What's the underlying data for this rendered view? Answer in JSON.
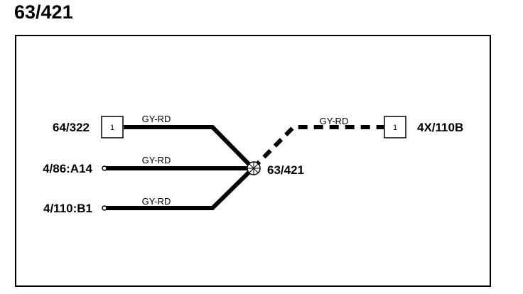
{
  "title": "63/421",
  "splice": {
    "label": "63/421"
  },
  "connectors": {
    "left_top": {
      "label": "64/322",
      "pin": "1"
    },
    "left_mid": {
      "label": "4/86:A14"
    },
    "left_bot": {
      "label": "4/110:B1"
    },
    "right": {
      "label": "4X/110B",
      "pin": "1"
    }
  },
  "wires": {
    "top": {
      "color_code": "GY-RD"
    },
    "mid": {
      "color_code": "GY-RD"
    },
    "bot": {
      "color_code": "GY-RD"
    },
    "right": {
      "color_code": "GY-RD",
      "style": "dashed"
    }
  }
}
